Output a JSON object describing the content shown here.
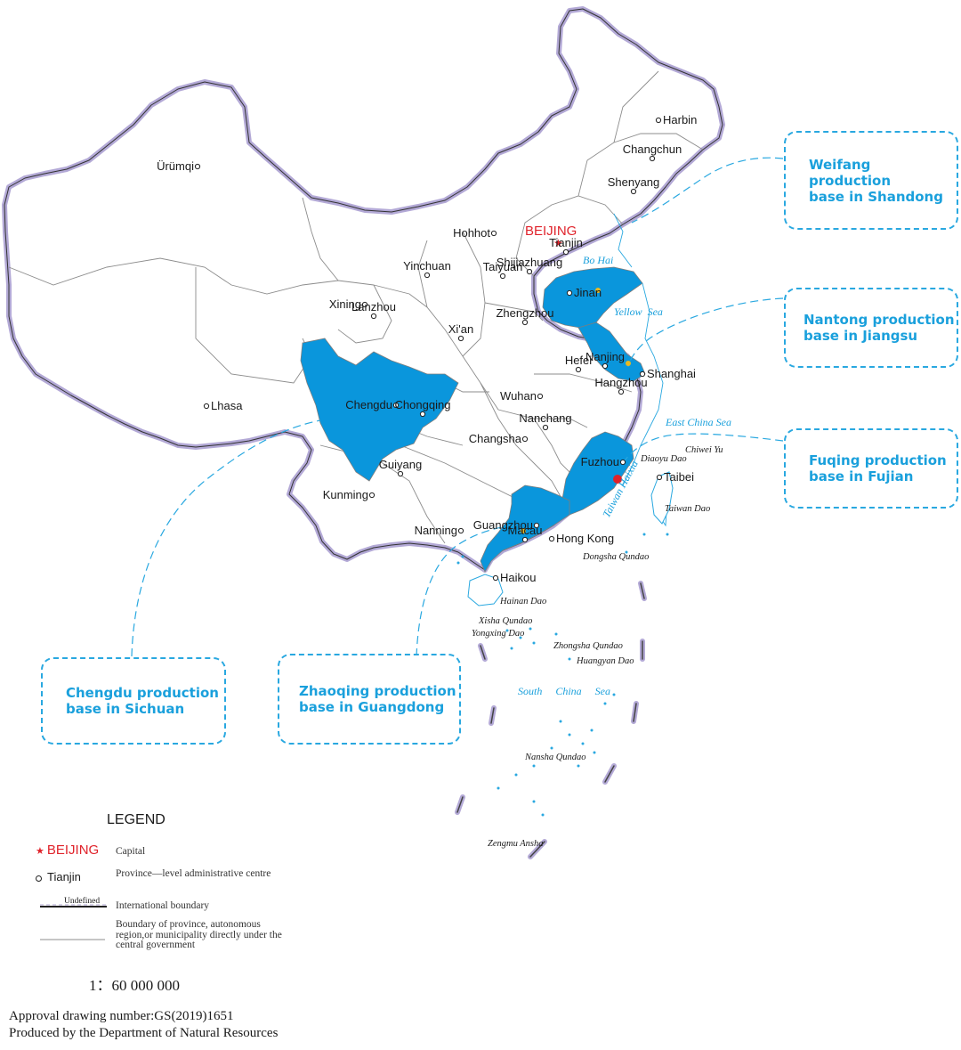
{
  "capital": {
    "label": "BEIJING",
    "symbol": "★"
  },
  "cities": [
    {
      "name": "Harbin"
    },
    {
      "name": "Changchun"
    },
    {
      "name": "Shenyang"
    },
    {
      "name": "Ürümqi"
    },
    {
      "name": "Hohhot"
    },
    {
      "name": "Tianjin"
    },
    {
      "name": "Shijiazhuang"
    },
    {
      "name": "Yinchuan"
    },
    {
      "name": "Taiyuan"
    },
    {
      "name": "Jinan"
    },
    {
      "name": "Xining"
    },
    {
      "name": "Lanzhou"
    },
    {
      "name": "Zhengzhou"
    },
    {
      "name": "Xi'an"
    },
    {
      "name": "Nanjing"
    },
    {
      "name": "Hefei"
    },
    {
      "name": "Shanghai"
    },
    {
      "name": "Lhasa"
    },
    {
      "name": "Chengdu"
    },
    {
      "name": "Chongqing"
    },
    {
      "name": "Wuhan"
    },
    {
      "name": "Hangzhou"
    },
    {
      "name": "Changsha"
    },
    {
      "name": "Nanchang"
    },
    {
      "name": "Fuzhou"
    },
    {
      "name": "Taibei"
    },
    {
      "name": "Kunming"
    },
    {
      "name": "Guiyang"
    },
    {
      "name": "Nanning"
    },
    {
      "name": "Guangzhou"
    },
    {
      "name": "Macau"
    },
    {
      "name": "Hong Kong"
    },
    {
      "name": "Haikou"
    }
  ],
  "seas": [
    {
      "name": "Bo Hai"
    },
    {
      "name": "Yellow  Sea"
    },
    {
      "name": "East China Sea"
    },
    {
      "name": "Taiwan Haixia"
    },
    {
      "name": "South     China     Sea"
    }
  ],
  "islands": [
    {
      "name": "Diaoyu Dao"
    },
    {
      "name": "Chiwei Yu"
    },
    {
      "name": "Taiwan Dao"
    },
    {
      "name": "Dongsha Qundao"
    },
    {
      "name": "Hainan Dao"
    },
    {
      "name": "Xisha Qundao"
    },
    {
      "name": "Yongxing Dao"
    },
    {
      "name": "Zhongsha Qundao"
    },
    {
      "name": "Huangyan Dao"
    },
    {
      "name": "Nansha Qundao"
    },
    {
      "name": "Zengmu Ansha"
    }
  ],
  "callouts": [
    {
      "id": "weifang",
      "label": "Weifang production\nbase in Shandong"
    },
    {
      "id": "nantong",
      "label": "Nantong production\nbase in Jiangsu"
    },
    {
      "id": "fuqing",
      "label": "Fuqing production\nbase in Fujian"
    },
    {
      "id": "chengdu",
      "label": "Chengdu production\nbase in Sichuan"
    },
    {
      "id": "zhaoqing",
      "label": "Zhaoqing production\nbase in Guangdong"
    }
  ],
  "legend": {
    "title": "LEGEND",
    "capital_label": "BEIJING",
    "capital_desc": "Capital",
    "centre_label": "Tianjin",
    "centre_desc": "Province—level administrative centre",
    "undefined_label": "Undefined",
    "intl_desc": "International boundary",
    "province_desc": "Boundary of province, autonomous region,or municipality directly under the central government"
  },
  "scale": "1：60  000  000",
  "approval": "Approval drawing number:GS(2019)1651",
  "producer": "Produced by the Department of Natural Resources",
  "colors": {
    "highlight": "#0a96dc",
    "border": "#b3a9d6",
    "capital": "#e0232b",
    "callout": "#29a8e0",
    "base_dot": "#e8b820"
  }
}
